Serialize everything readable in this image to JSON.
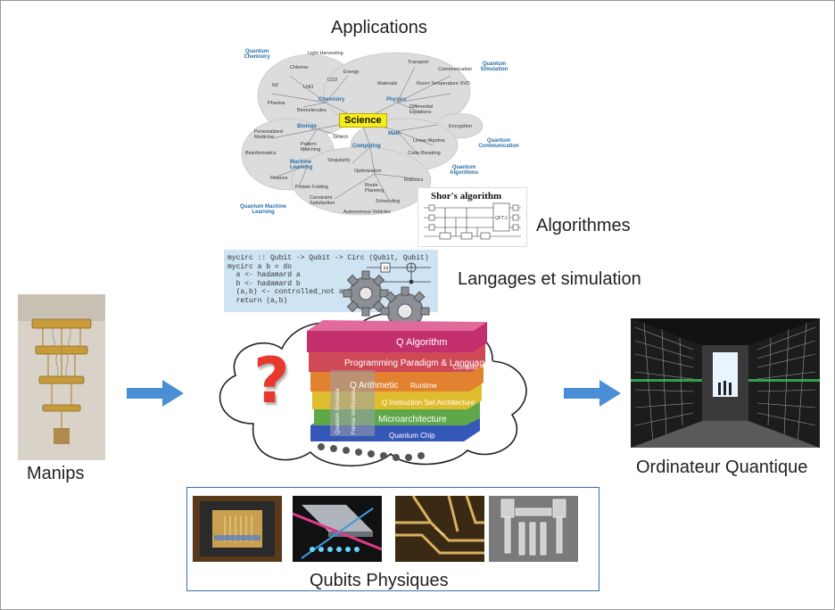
{
  "labels": {
    "applications": "Applications",
    "algorithmes": "Algorithmes",
    "langages": "Langages et simulation",
    "manips": "Manips",
    "ordinateur": "Ordinateur Quantique",
    "qubits": "Qubits Physiques"
  },
  "mindmap": {
    "center": "Science",
    "regions": {
      "quantum_chemistry": "Quantum Chemistry",
      "quantum_simulation": "Quantum Simulation",
      "quantum_communication": "Quantum Communication",
      "quantum_algorithms": "Quantum Algorithms",
      "quantum_machine_learning": "Quantum Machine Learning"
    },
    "hubs": {
      "chemistry": "Chemistry",
      "physics": "Physics",
      "biology": "Biology",
      "math": "Math",
      "computing": "Computing",
      "machine_learning": "Machine Learning"
    },
    "words": {
      "light_harvesting": "Light Harvesting",
      "chlorine": "Chlorine",
      "energy": "Energy",
      "co2": "CO2",
      "n2": "N2",
      "lno": "LNO",
      "pharma": "Pharma",
      "biomolecules": "Biomolecules",
      "transport": "Transport",
      "communication": "Communication",
      "materials": "Materials",
      "room_temp": "Room Temperature SVD",
      "differential": "Differential Equations",
      "encryption": "Encryption",
      "personalized": "Personalized Medicine",
      "search": "Search",
      "bioinformatics": "Bioinformatics",
      "pattern": "Pattern Matching",
      "linear_algebra": "Linear Algebra",
      "code_breaking": "Code-Breaking",
      "singularity": "Singularity",
      "finance": "Finance",
      "optimization": "Optimization",
      "protein": "Protein Folding",
      "route": "Route Planning",
      "robotics": "Robotics",
      "scheduling": "Scheduling",
      "constraint": "Constraint Satisfaction",
      "autonomous": "Autonomous Vehicles"
    }
  },
  "shor": {
    "title": "Shor's algorithm",
    "gate": "QFT-1"
  },
  "code": {
    "line1": "mycirc :: Qubit -> Qubit -> Circ (Qubit, Qubit)",
    "line2": "mycirc a b = do",
    "line3": "  a <- hadamard a",
    "line4": "  b <- hadamard b",
    "line5": "  (a,b) <- controlled_not a b",
    "line6": "  return (a,b)",
    "gate": "H"
  },
  "stack": {
    "layers": {
      "q_algorithm": "Q Algorithm",
      "programming": "Programming Paradigm & Languages",
      "compiler": "Compiler",
      "q_arithmetic": "Q Arithmetic",
      "runtime": "Runtime",
      "q_isa": "Q Instruction Set Architecture",
      "microarchitecture": "Microarchitecture",
      "quantum_chip": "Quantum Chip"
    },
    "side_labels": {
      "s1": "Quantum Simulator",
      "s2": "Formal Verification"
    }
  },
  "question_mark": "?",
  "colors": {
    "arrow": "#4a8fd6",
    "box_border": "#3a6cb3",
    "science_highlight": "#f6ee1a",
    "region_blue": "#2d6fa8",
    "question_red": "#e8392f",
    "code_bg": "#cfe4f3",
    "layer_q_algorithm": "#c4306e",
    "layer_programming": "#cf4a56",
    "layer_q_arithmetic": "#e2812f",
    "layer_q_isa": "#dfbd2f",
    "layer_microarchitecture": "#5fa84a",
    "layer_quantum_chip": "#3558b8"
  },
  "icons": {
    "gears": "gear-icon",
    "arrows": "arrow-right-icon",
    "cloud": "cloud-icon"
  }
}
